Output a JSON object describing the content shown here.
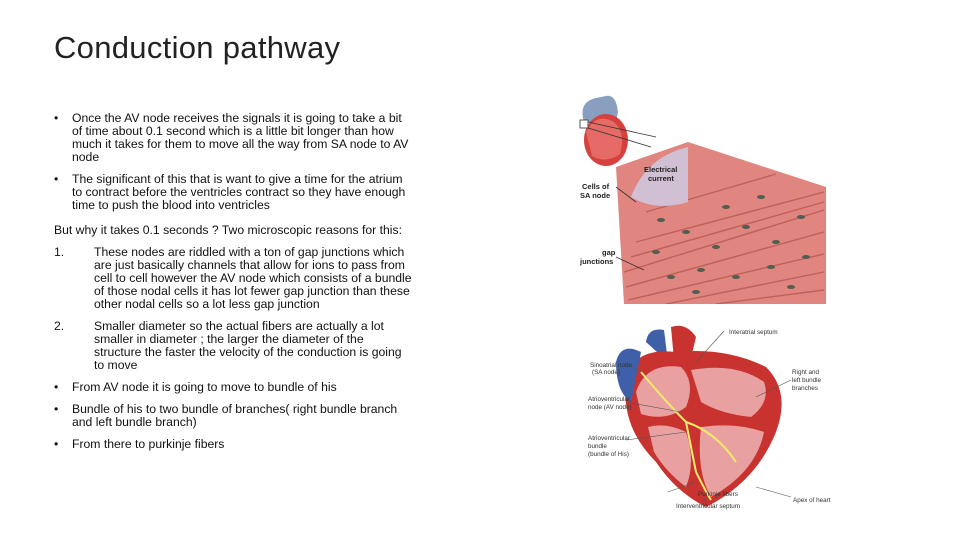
{
  "slide": {
    "title": "Conduction pathway",
    "bullets_top": [
      "Once the AV node receives the signals it is going to take a bit of time about 0.1 second which is a little bit longer than how much it takes for them to move all the way from SA node to AV node",
      "The significant of this that is want to give a time for the atrium to contract before the ventricles contract so they have enough time to push the blood into ventricles"
    ],
    "question": "But why it takes 0.1 seconds ? Two microscopic reasons for this:",
    "numbered": [
      {
        "n": "1.",
        "text": "These nodes are riddled with a ton of gap junctions which are just basically channels that allow for ions to pass from cell to cell however the AV node which consists of a bundle of those nodal cells it has lot fewer gap junction than these other nodal cells so a lot less gap junction"
      },
      {
        "n": "2.",
        "text": "Smaller diameter so the actual fibers are actually a lot smaller in diameter ; the larger the diameter of the structure the faster the velocity of the conduction is going to move"
      }
    ],
    "bullets_bottom": [
      "From AV node it is going to move to bundle of his",
      "Bundle of his to two bundle of branches( right bundle branch and left bundle branch)",
      "From there to purkinje fibers"
    ]
  },
  "figure_top": {
    "labels": {
      "electrical_line1": "Electrical",
      "electrical_line2": "current",
      "cells_line1": "Cells of",
      "cells_line2": "SA node",
      "gap_line1": "gap",
      "gap_line2": "junctions"
    }
  },
  "figure_bottom": {
    "labels": {
      "interatrial": "Interatrial septum",
      "sinoatrial_1": "Sinoatrial node",
      "sinoatrial_2": "(SA node)",
      "av_1": "Atrioventricular",
      "av_2": "node (AV node)",
      "bundle_1": "Atrioventricular",
      "bundle_2": "bundle",
      "bundle_3": "(bundle of His)",
      "right_left_1": "Right and",
      "right_left_2": "left bundle",
      "right_left_3": "branches",
      "purkinje": "Purkinje fibers",
      "apex": "Apex of heart",
      "interventricular": "Interventricular septum"
    }
  },
  "colors": {
    "muscle": "#e0857f",
    "muscle_dark": "#c0605a",
    "nucleus": "#4f5f52",
    "heart_red": "#c8322f",
    "heart_blue": "#3f5fa8",
    "sa_region": "#cfc6dd"
  }
}
